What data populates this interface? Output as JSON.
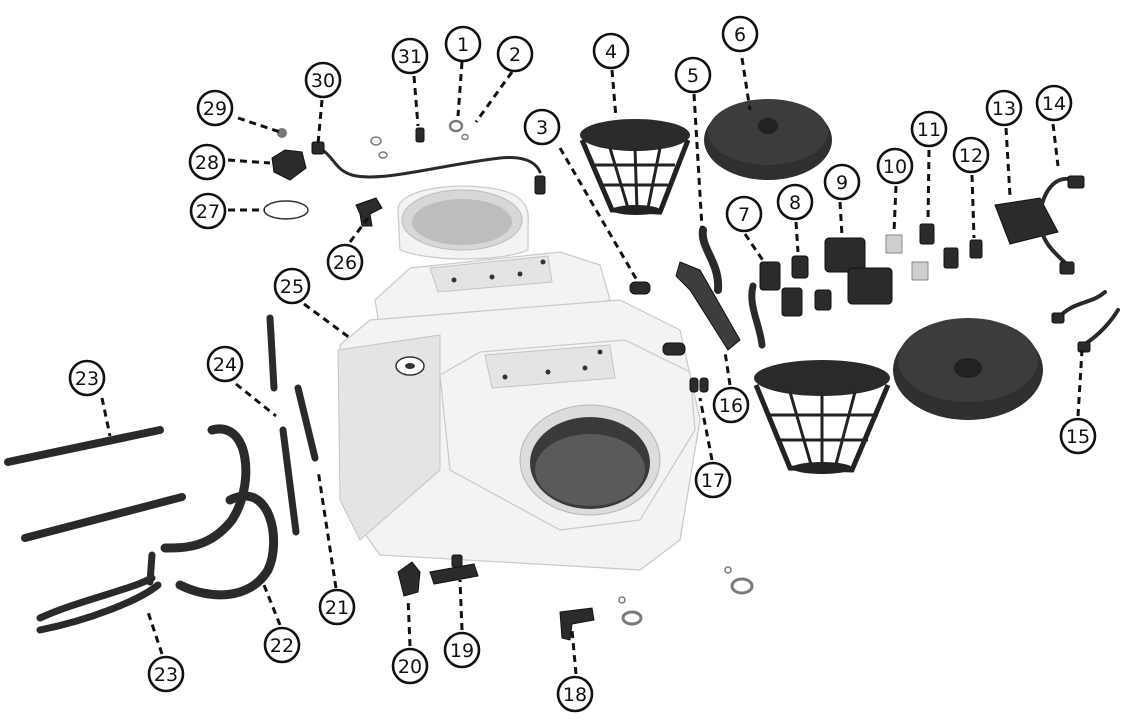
{
  "diagram": {
    "callouts": [
      {
        "id": "c1",
        "label": "1"
      },
      {
        "id": "c2",
        "label": "2"
      },
      {
        "id": "c3",
        "label": "3"
      },
      {
        "id": "c4",
        "label": "4"
      },
      {
        "id": "c5",
        "label": "5"
      },
      {
        "id": "c6",
        "label": "6"
      },
      {
        "id": "c7",
        "label": "7"
      },
      {
        "id": "c8",
        "label": "8"
      },
      {
        "id": "c9",
        "label": "9"
      },
      {
        "id": "c10",
        "label": "10"
      },
      {
        "id": "c11",
        "label": "11"
      },
      {
        "id": "c12",
        "label": "12"
      },
      {
        "id": "c13",
        "label": "13"
      },
      {
        "id": "c14",
        "label": "14"
      },
      {
        "id": "c15",
        "label": "15"
      },
      {
        "id": "c16",
        "label": "16"
      },
      {
        "id": "c17",
        "label": "17"
      },
      {
        "id": "c18",
        "label": "18"
      },
      {
        "id": "c19",
        "label": "19"
      },
      {
        "id": "c20",
        "label": "20"
      },
      {
        "id": "c21",
        "label": "21"
      },
      {
        "id": "c22",
        "label": "22"
      },
      {
        "id": "c23a",
        "label": "23"
      },
      {
        "id": "c23b",
        "label": "23"
      },
      {
        "id": "c24",
        "label": "24"
      },
      {
        "id": "c25",
        "label": "25"
      },
      {
        "id": "c26",
        "label": "26"
      },
      {
        "id": "c27",
        "label": "27"
      },
      {
        "id": "c28",
        "label": "28"
      },
      {
        "id": "c29",
        "label": "29"
      },
      {
        "id": "c30",
        "label": "30"
      },
      {
        "id": "c31",
        "label": "31"
      }
    ]
  }
}
